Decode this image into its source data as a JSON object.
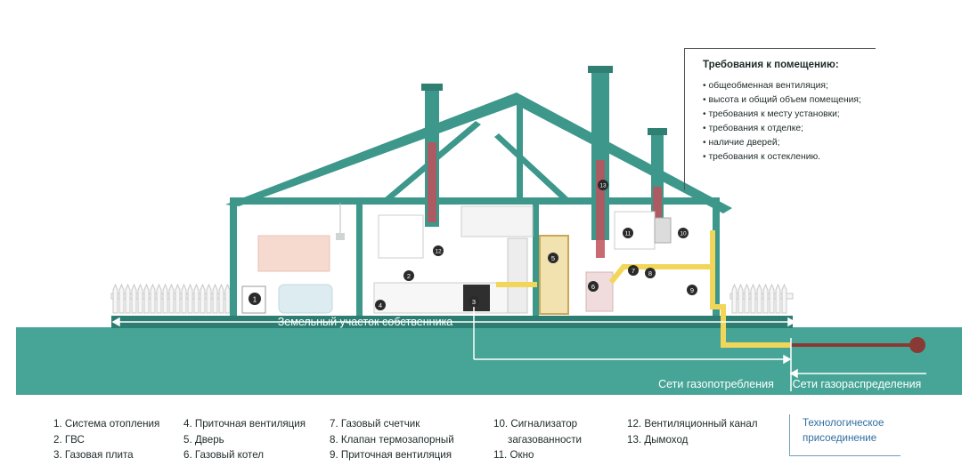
{
  "requirements": {
    "title": "Требования к помещению:",
    "items": [
      "общеобменная вентиляция;",
      "высота и общий объем помещения;",
      "требования к месту установки;",
      "требования к отделке;",
      "наличие дверей;",
      "требования к остеклению."
    ]
  },
  "labels": {
    "land_plot": "Земельный участок собственника",
    "gas_consumption_network": "Сети газопотребления",
    "gas_distribution_network": "Сети газораспределения"
  },
  "legend": {
    "col1": [
      "1. Система отопления",
      "2. ГВС",
      "3. Газовая плита"
    ],
    "col2": [
      "4. Приточная вентиляция",
      "5. Дверь",
      "6. Газовый котел"
    ],
    "col3": [
      "7. Газовый счетчик",
      "8. Клапан термозапорный",
      "9. Приточная вентиляция"
    ],
    "col4": [
      "10. Сигнализатор",
      "загазованности",
      "11. Окно"
    ],
    "col5": [
      "12. Вентиляционный канал",
      "13. Дымоход"
    ]
  },
  "tech_connection": [
    "Технологическое",
    "присоединение"
  ],
  "markers": [
    "1",
    "2",
    "3",
    "4",
    "5",
    "6",
    "7",
    "8",
    "9",
    "10",
    "11",
    "12",
    "13"
  ],
  "colors": {
    "teal": "#3d978a",
    "teal_dark": "#2f7f73",
    "ground": "#46a596",
    "gas_pipe": "#f2d65a",
    "chimney_red": "#c0505a",
    "distribution_pipe": "#8a3a34",
    "marker": "#2a2a2a"
  }
}
